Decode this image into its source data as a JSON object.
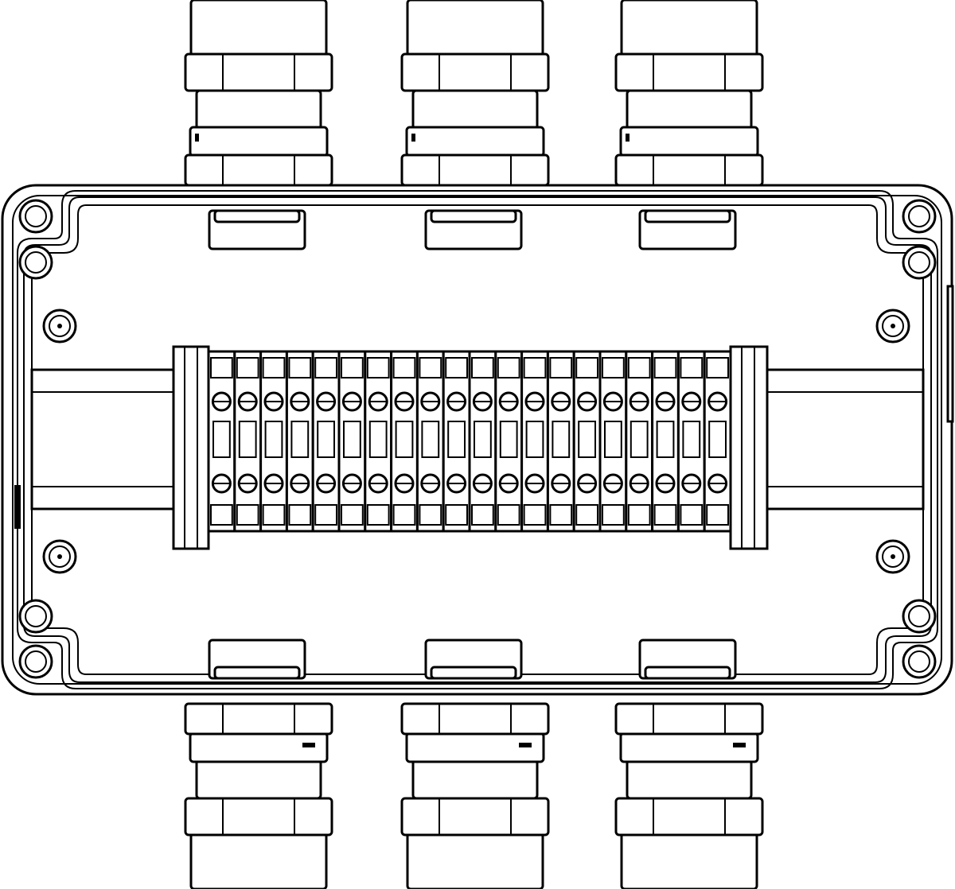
{
  "drawing": {
    "subject": "junction-box",
    "terminal_count": 20,
    "top_gland_count": 3,
    "bottom_gland_count": 3,
    "line_color": "#000000",
    "background_color": "#ffffff"
  }
}
